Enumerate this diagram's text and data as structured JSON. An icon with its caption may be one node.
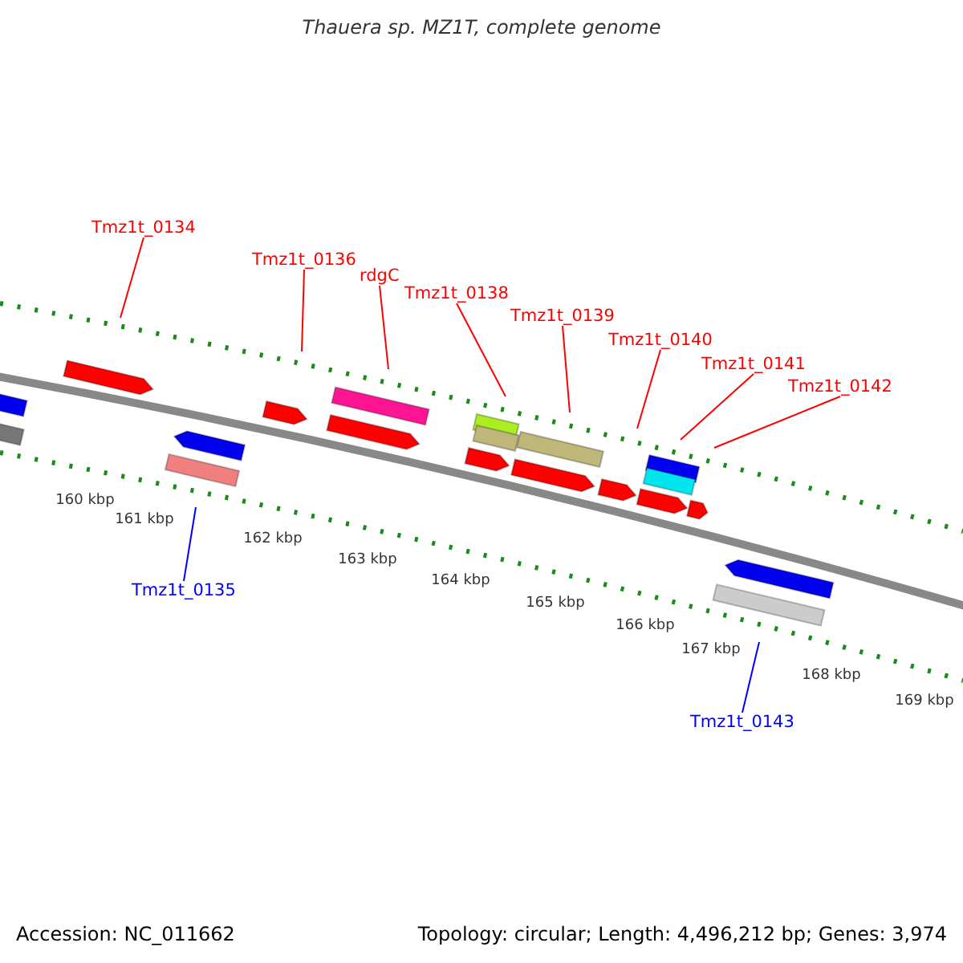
{
  "diagram": {
    "title": "Thauera sp. MZ1T, complete genome",
    "nodes": [
      {
        "text": [
          "Tmz1t_0134"
        ]
      },
      {
        "text": [
          "Tmz1t_0135"
        ]
      },
      {
        "text": [
          "Tmz1t_0136"
        ]
      },
      {
        "text": [
          "rdgC"
        ]
      },
      {
        "text": [
          "Tmz1t_0138"
        ]
      },
      {
        "text": [
          "Tmz1t_0139"
        ]
      },
      {
        "text": [
          "Tmz1t_0140"
        ]
      },
      {
        "text": [
          "Tmz1t_0141"
        ]
      },
      {
        "text": [
          "Tmz1t_0142"
        ]
      },
      {
        "text": [
          "Tmz1t_0143"
        ]
      }
    ],
    "edges": [
      {
        "from": 0,
        "to": null,
        "arrow": "none"
      },
      {
        "from": 1,
        "to": null,
        "arrow": "none",
        "color": "#0000ff"
      },
      {
        "from": 2,
        "to": null,
        "arrow": "none"
      },
      {
        "from": 3,
        "to": null,
        "arrow": "none"
      },
      {
        "from": 4,
        "to": null,
        "arrow": "none"
      },
      {
        "from": 5,
        "to": null,
        "arrow": "none"
      },
      {
        "from": 6,
        "to": null,
        "arrow": "none"
      },
      {
        "from": 7,
        "to": null,
        "arrow": "none"
      },
      {
        "from": 8,
        "to": null,
        "arrow": "none"
      },
      {
        "from": 9,
        "to": null,
        "arrow": "none",
        "color": "#0000ff"
      }
    ],
    "labels": [
      "160 kbp",
      "161 kbp",
      "162 kbp",
      "163 kbp",
      "164 kbp",
      "165 kbp",
      "166 kbp",
      "167 kbp",
      "168 kbp",
      "169 kbp",
      "Accession: NC_011662",
      "Topology: circular; Length: 4,496,212 bp; Genes: 3,974"
    ]
  }
}
